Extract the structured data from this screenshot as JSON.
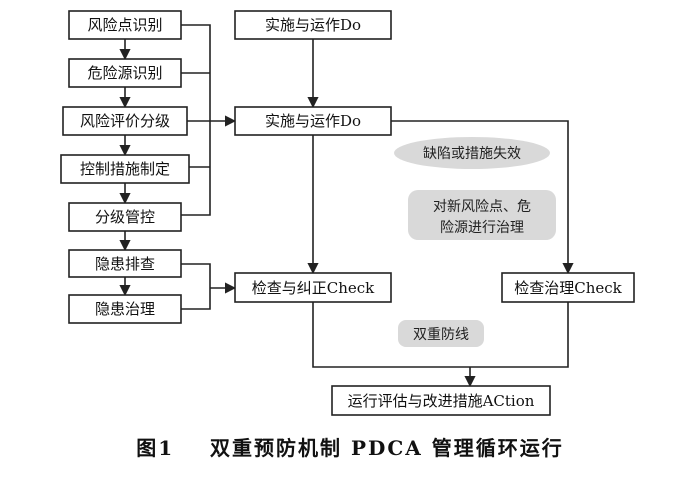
{
  "left_chain": [
    "风险点识别",
    "危险源识别",
    "风险评价分级",
    "控制措施制定",
    "分级管控",
    "隐患排查",
    "隐患治理"
  ],
  "do_top": "实施与运作Do",
  "do_middle": "实施与运作Do",
  "check_left": "检查与纠正Check",
  "check_right": "检查治理Check",
  "action": "运行评估与改进措施ACtion",
  "notes": {
    "defect": "缺陷或措施失效",
    "govern_line1": "对新风险点、危",
    "govern_line2": "险源进行治理",
    "dual": "双重防线"
  },
  "caption": {
    "number": "图1",
    "title": "双重预防机制 PDCA 管理循环运行"
  }
}
